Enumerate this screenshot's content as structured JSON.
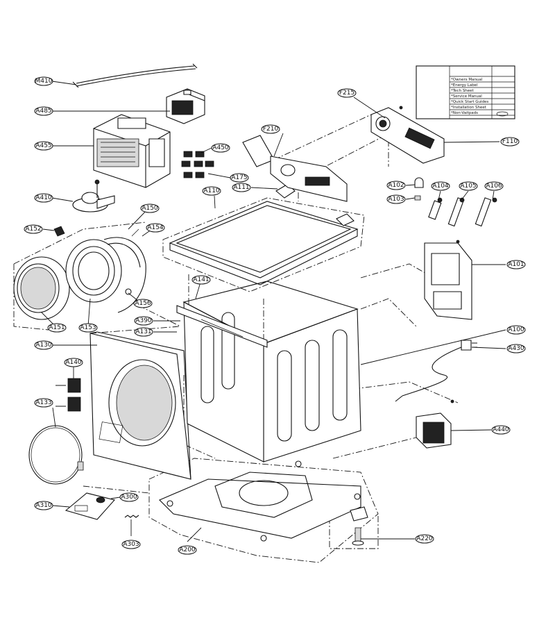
{
  "callouts": [
    {
      "id": "m410",
      "label": "M410"
    },
    {
      "id": "a485",
      "label": "A485"
    },
    {
      "id": "a455",
      "label": "A455"
    },
    {
      "id": "a450",
      "label": "A450"
    },
    {
      "id": "a175",
      "label": "A175"
    },
    {
      "id": "a410",
      "label": "A410"
    },
    {
      "id": "a150",
      "label": "A150"
    },
    {
      "id": "a152",
      "label": "A152"
    },
    {
      "id": "a154",
      "label": "A154"
    },
    {
      "id": "a156",
      "label": "A156"
    },
    {
      "id": "a151",
      "label": "A151"
    },
    {
      "id": "a153",
      "label": "A153"
    },
    {
      "id": "a130",
      "label": "A130"
    },
    {
      "id": "a140",
      "label": "A140"
    },
    {
      "id": "a133",
      "label": "A133"
    },
    {
      "id": "a310",
      "label": "A310"
    },
    {
      "id": "a300",
      "label": "A300"
    },
    {
      "id": "a303",
      "label": "A303"
    },
    {
      "id": "a200",
      "label": "A200"
    },
    {
      "id": "a220",
      "label": "A220"
    },
    {
      "id": "f215",
      "label": "F215"
    },
    {
      "id": "f210",
      "label": "F210"
    },
    {
      "id": "f110",
      "label": "F110"
    },
    {
      "id": "a110",
      "label": "A110"
    },
    {
      "id": "a111",
      "label": "A111"
    },
    {
      "id": "a102",
      "label": "A102"
    },
    {
      "id": "a103",
      "label": "A103"
    },
    {
      "id": "a104",
      "label": "A104"
    },
    {
      "id": "a105",
      "label": "A105"
    },
    {
      "id": "a106",
      "label": "A106"
    },
    {
      "id": "a101",
      "label": "A101"
    },
    {
      "id": "a141",
      "label": "A141"
    },
    {
      "id": "a390",
      "label": "A390"
    },
    {
      "id": "a131",
      "label": "A131"
    },
    {
      "id": "a100",
      "label": "A100"
    },
    {
      "id": "a430",
      "label": "A430"
    },
    {
      "id": "a440",
      "label": "A440"
    }
  ],
  "legend": {
    "rows": [
      "*Owners Manual",
      "*Energy Label",
      "*Tech Sheet",
      "*Service Manual",
      "*Quick Start Guides",
      "*Installation Sheet",
      "*Non-Vaitpads"
    ]
  }
}
